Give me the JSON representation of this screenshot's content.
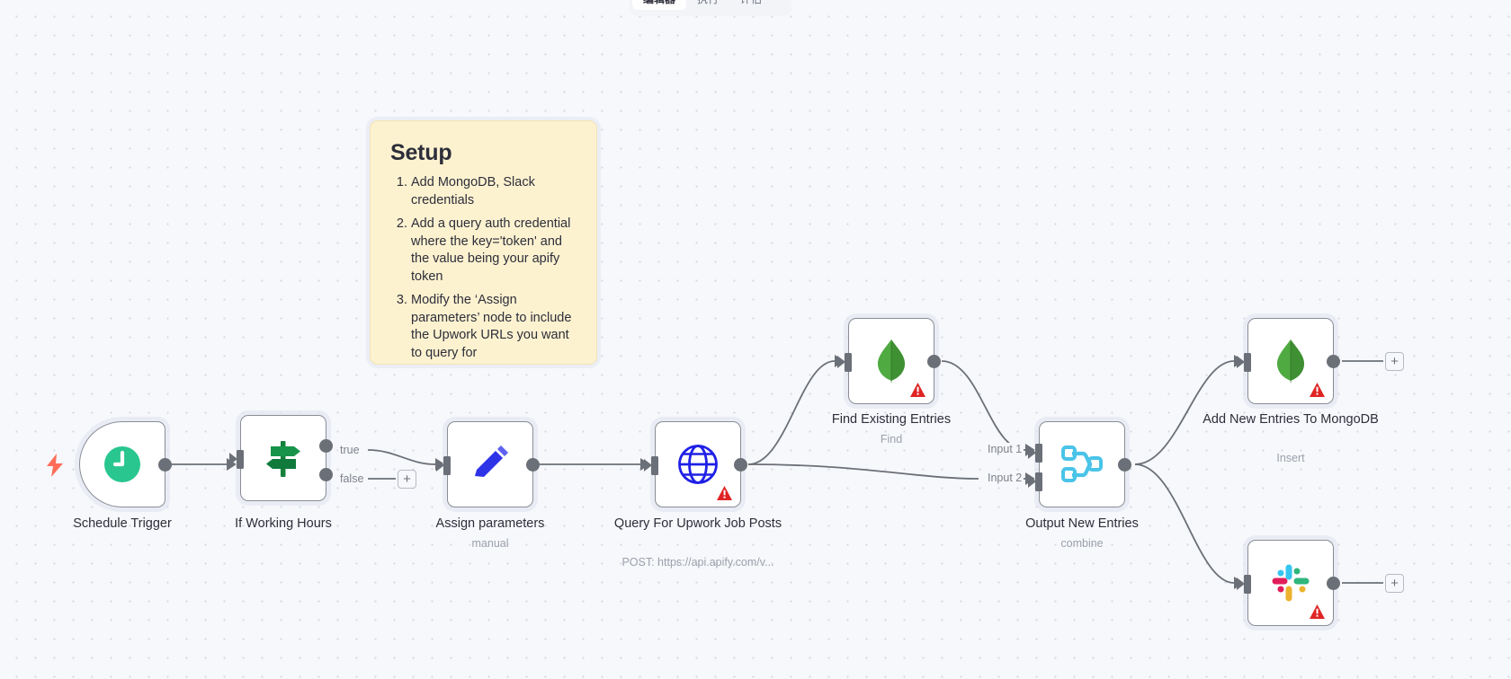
{
  "tabs": [
    {
      "label": "编辑器",
      "active": true
    },
    {
      "label": "执行",
      "active": false
    },
    {
      "label": "评估",
      "active": false
    }
  ],
  "sticky_note": {
    "title": "Setup",
    "items": [
      "Add MongoDB, Slack credentials",
      "Add a query auth credential where the key='token' and the value being your apify token",
      "Modify the ‘Assign parameters’ node to include the Upwork URLs you want to query for"
    ],
    "background": "#fdf2d0"
  },
  "nodes": [
    {
      "id": "schedule-trigger",
      "label": "Schedule Trigger",
      "subtitle": "",
      "icon": "clock-icon",
      "color": "#29c68f",
      "warning": false
    },
    {
      "id": "if-working-hours",
      "label": "If Working Hours",
      "subtitle": "",
      "icon": "signpost-icon",
      "color": "#1a7a41",
      "warning": false
    },
    {
      "id": "assign-parameters",
      "label": "Assign parameters",
      "subtitle": "manual",
      "icon": "pencil-icon",
      "color": "#2f33e8",
      "warning": false
    },
    {
      "id": "query-upwork-jobs",
      "label": "Query For Upwork Job Posts",
      "subtitle": "POST: https://api.apify.com/v...",
      "icon": "globe-icon",
      "color": "#1f20e6",
      "warning": true
    },
    {
      "id": "find-existing-entries",
      "label": "Find Existing Entries",
      "subtitle": "Find",
      "icon": "mongodb-leaf-icon",
      "color": "#4faa41",
      "warning": true
    },
    {
      "id": "output-new-entries",
      "label": "Output New Entries",
      "subtitle": "combine",
      "icon": "merge-icon",
      "color": "#4ac4e8",
      "warning": false
    },
    {
      "id": "add-new-entries-mongodb",
      "label": "Add New Entries To MongoDB",
      "subtitle": "Insert",
      "icon": "mongodb-leaf-icon",
      "color": "#4faa41",
      "warning": true
    },
    {
      "id": "slack-notify",
      "label": "",
      "subtitle": "",
      "icon": "slack-icon",
      "color": "#e01e5a",
      "warning": true
    }
  ],
  "connection_labels": {
    "true": "true",
    "false": "false",
    "input1": "Input 1",
    "input2": "Input 2"
  },
  "buttons": {
    "add_node": "+"
  },
  "theme": {
    "canvas_background": "#f7f8fb",
    "grid_dot": "#d4d7e0",
    "node_border": "#8a8d96",
    "wire": "#6b7078",
    "warning_red": "#e02424"
  }
}
